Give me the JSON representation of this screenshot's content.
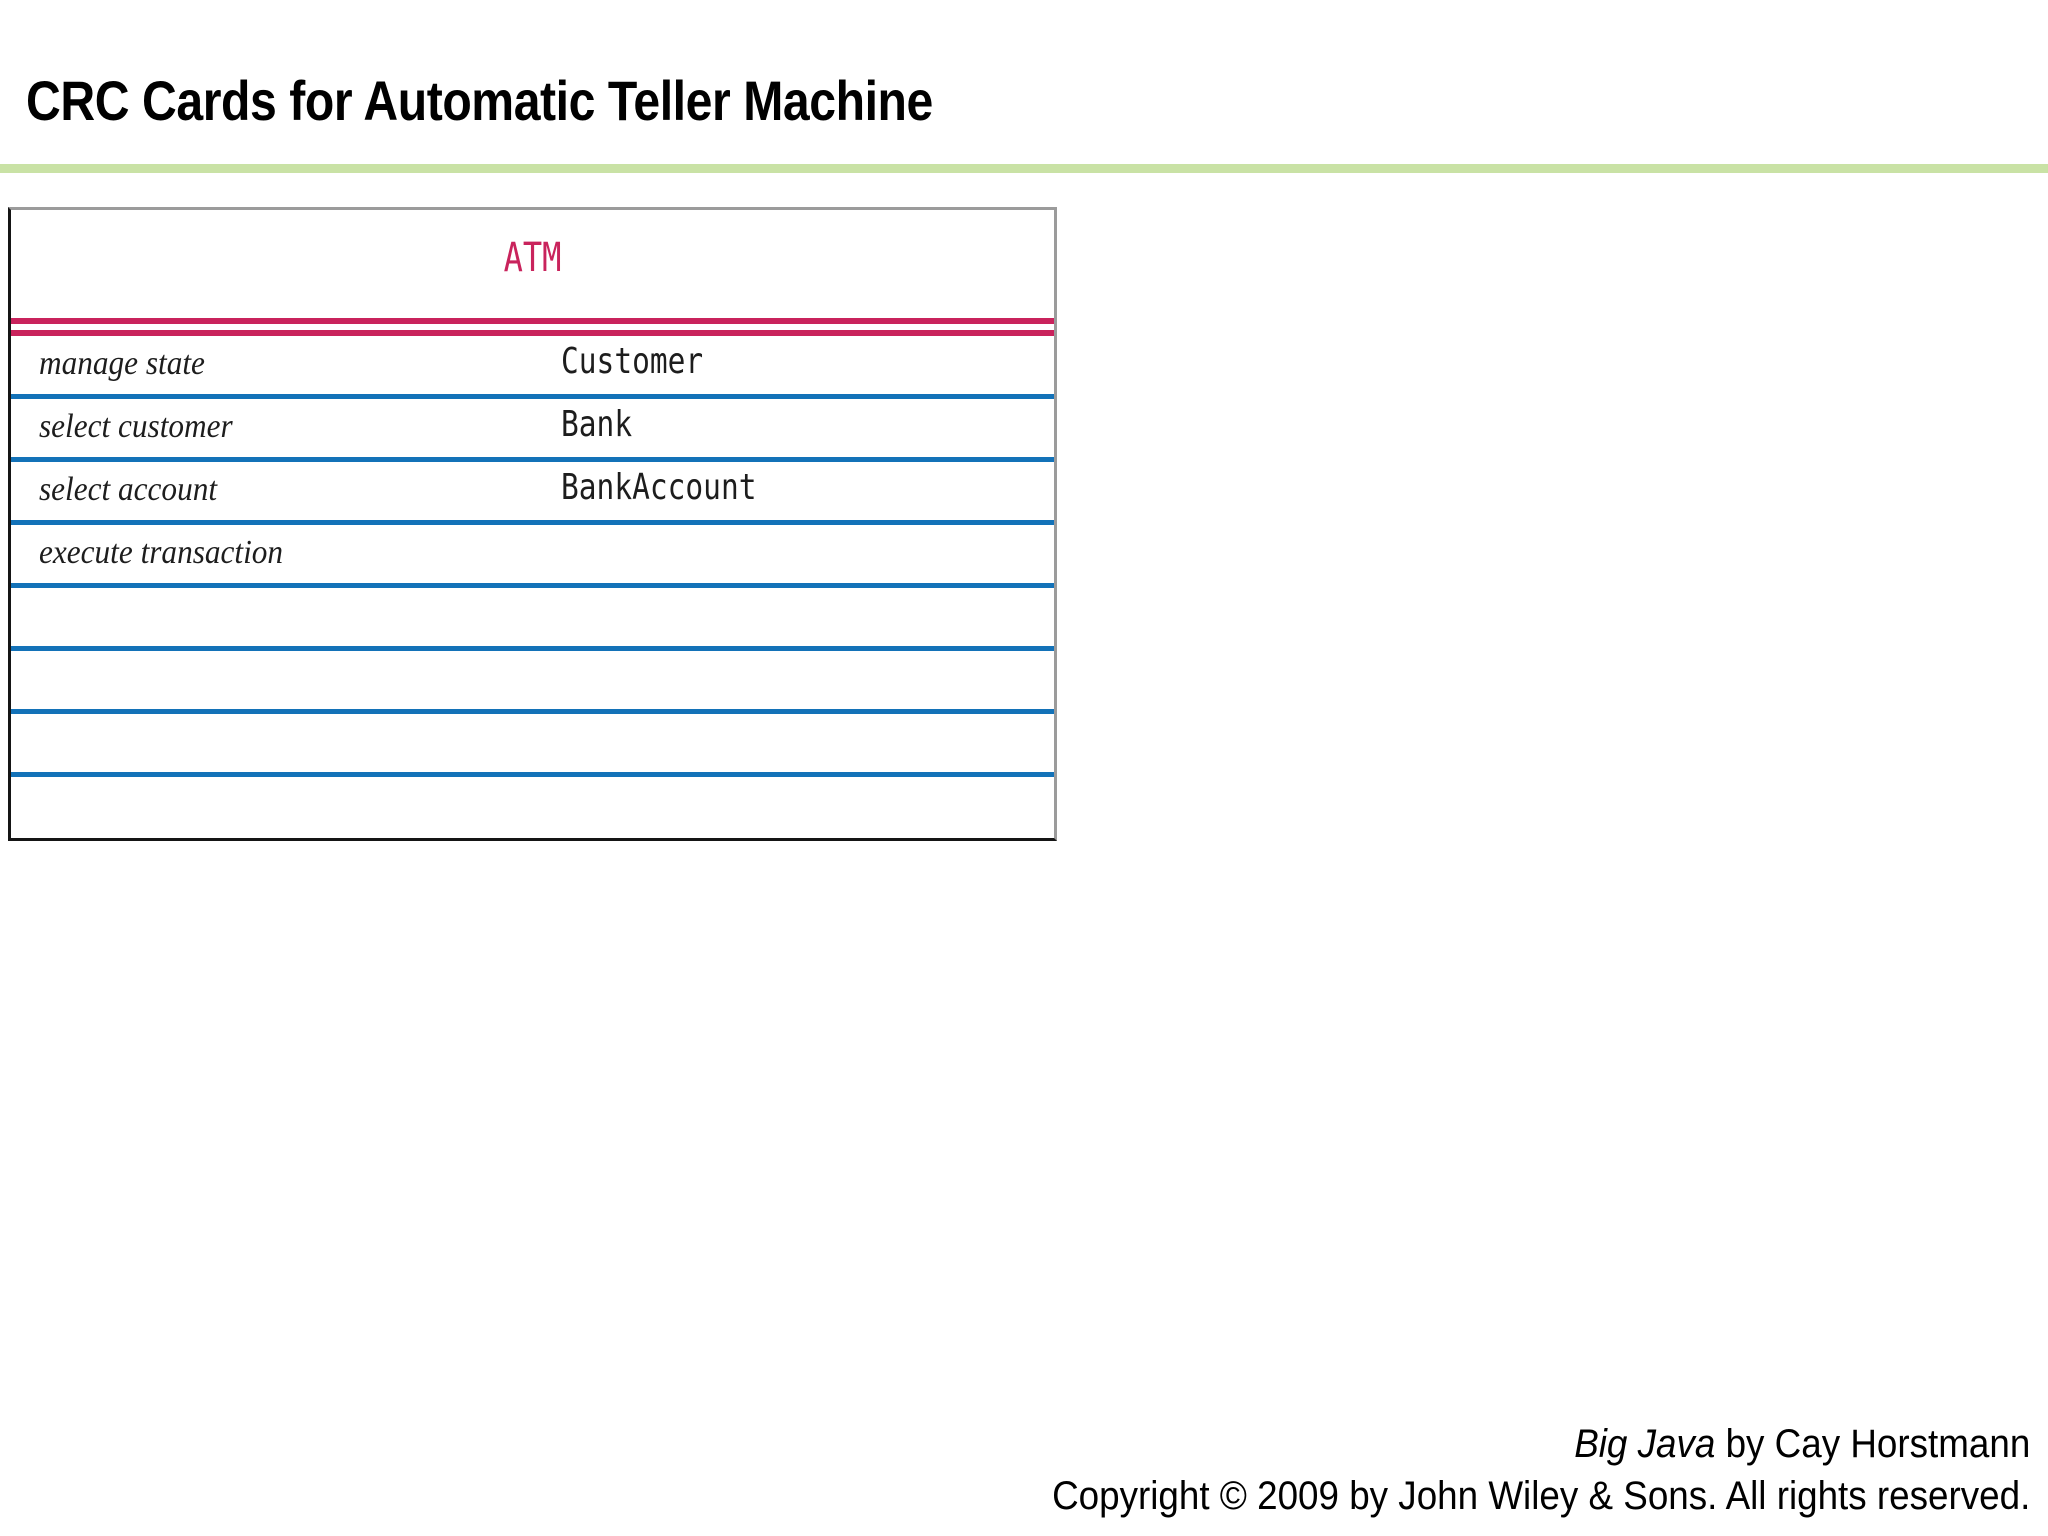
{
  "slide": {
    "title": "CRC Cards for Automatic Teller Machine",
    "accent_green": "#c9e2a5",
    "accent_crimson": "#c9235c",
    "accent_blue": "#1372b8"
  },
  "crc_card": {
    "class_name": "ATM",
    "rows": [
      {
        "responsibility": "manage state",
        "collaborator": "Customer"
      },
      {
        "responsibility": "select customer",
        "collaborator": "Bank"
      },
      {
        "responsibility": "select account",
        "collaborator": "BankAccount"
      },
      {
        "responsibility": "execute transaction",
        "collaborator": ""
      },
      {
        "responsibility": "",
        "collaborator": ""
      },
      {
        "responsibility": "",
        "collaborator": ""
      },
      {
        "responsibility": "",
        "collaborator": ""
      },
      {
        "responsibility": "",
        "collaborator": ""
      }
    ]
  },
  "footer": {
    "book_title": "Big Java",
    "byline": " by Cay Horstmann",
    "copyright": "Copyright © 2009 by John Wiley & Sons.  All rights reserved."
  }
}
